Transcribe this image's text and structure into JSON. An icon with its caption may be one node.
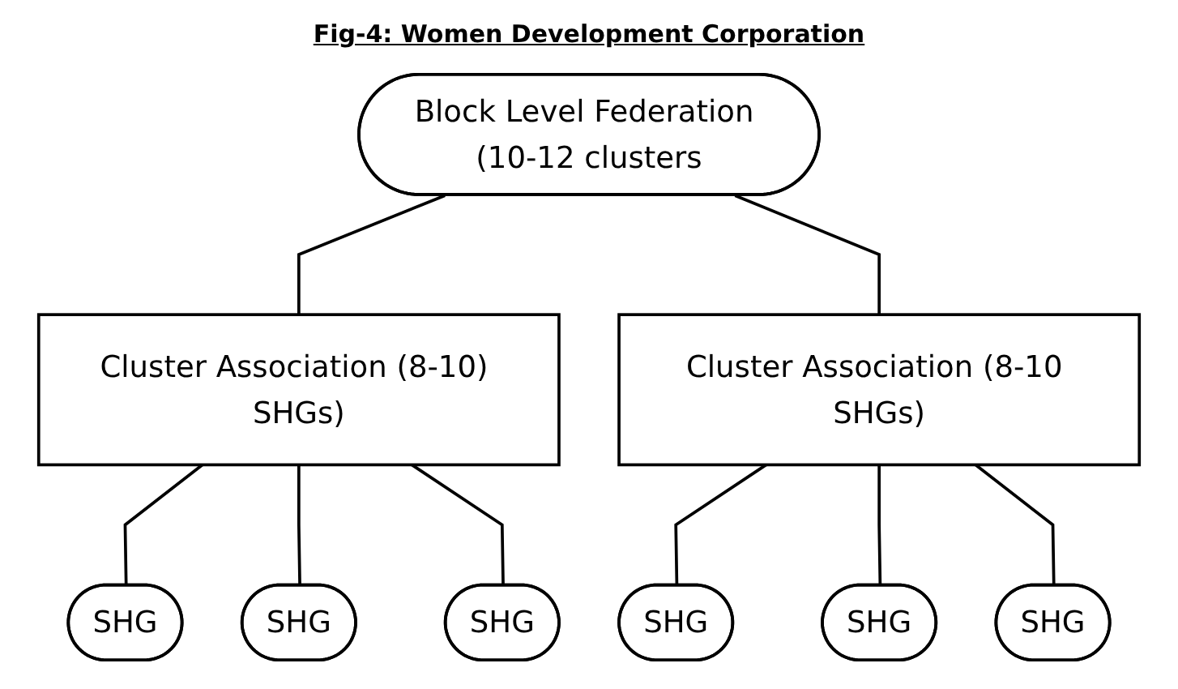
{
  "diagram": {
    "title": "Fig-4: Women Development Corporation",
    "nodes": [
      {
        "text": [
          "Block Level Federation (10-12 clusters"
        ]
      },
      {
        "text": [
          "Cluster Association (8-10) SHGs)"
        ]
      },
      {
        "text": [
          "Cluster Association (8-10 SHGs)"
        ]
      },
      {
        "text": [
          "SHG"
        ]
      },
      {
        "text": [
          "SHG"
        ]
      },
      {
        "text": [
          "SHG"
        ]
      },
      {
        "text": [
          "SHG"
        ]
      },
      {
        "text": [
          "SHG"
        ]
      },
      {
        "text": [
          "SHG"
        ]
      }
    ],
    "edges": [
      {
        "from": 0,
        "to": 1,
        "arrow": "none"
      },
      {
        "from": 0,
        "to": 2,
        "arrow": "none"
      },
      {
        "from": 1,
        "to": 3,
        "arrow": "none"
      },
      {
        "from": 1,
        "to": 4,
        "arrow": "none"
      },
      {
        "from": 1,
        "to": 5,
        "arrow": "none"
      },
      {
        "from": 2,
        "to": 6,
        "arrow": "none"
      },
      {
        "from": 2,
        "to": 7,
        "arrow": "none"
      },
      {
        "from": 2,
        "to": 8,
        "arrow": "none"
      }
    ]
  }
}
